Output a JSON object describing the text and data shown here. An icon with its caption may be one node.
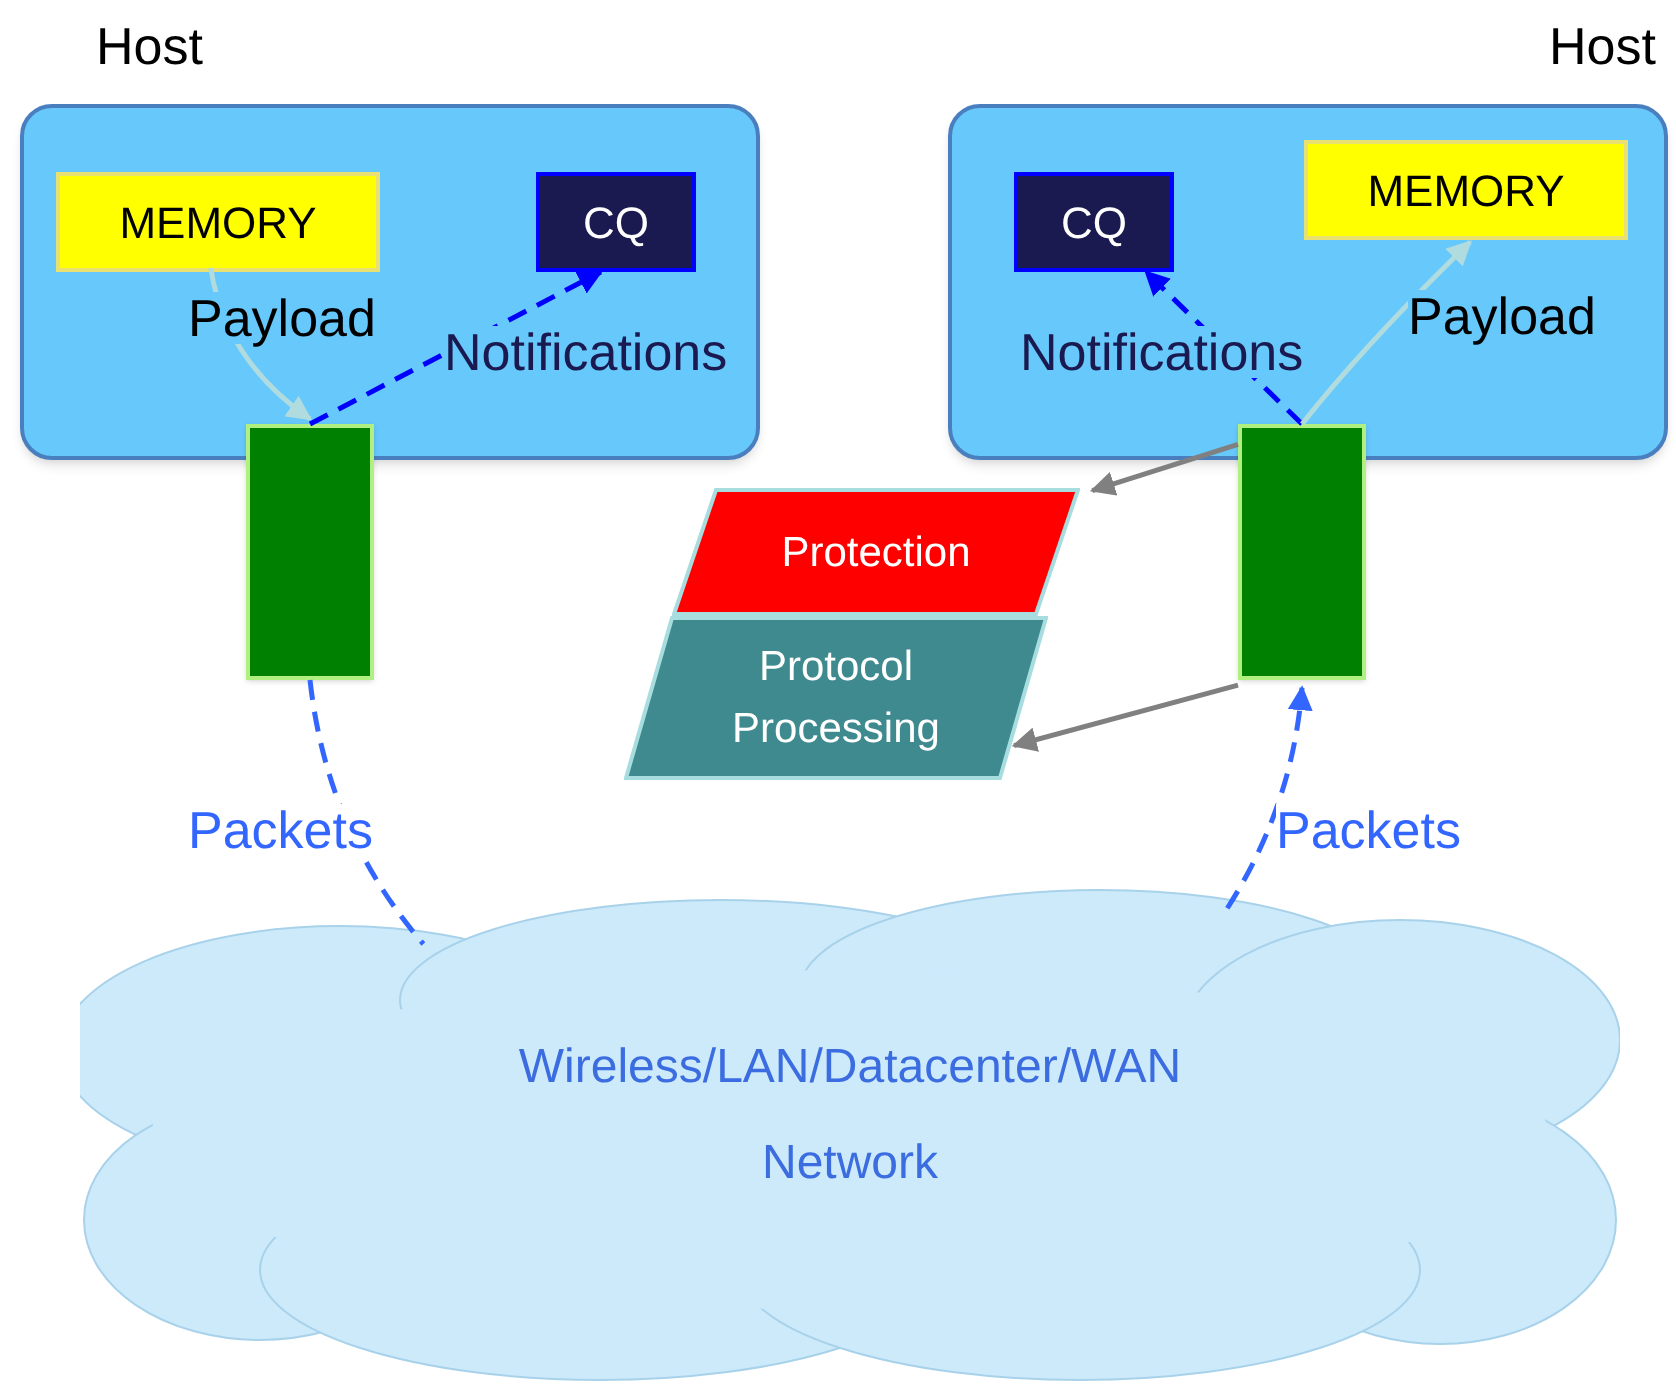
{
  "diagram": {
    "nodes": [
      {
        "text": [
          "Host"
        ]
      },
      {
        "text": [
          "MEMORY"
        ],
        "in": 0
      },
      {
        "text": [
          "CQ"
        ],
        "in": 0
      },
      {
        "text": [],
        "shape": "bar"
      },
      {
        "text": [
          "Host"
        ]
      },
      {
        "text": [
          "CQ"
        ],
        "in": 4
      },
      {
        "text": [
          "MEMORY"
        ],
        "in": 4
      },
      {
        "text": [],
        "shape": "bar"
      },
      {
        "text": [
          "Protection"
        ]
      },
      {
        "text": [
          "Protocol Processing"
        ]
      },
      {
        "text": [
          "Wireless/LAN/Datacenter/WAN",
          "Network"
        ]
      }
    ],
    "edges": [
      {
        "from": 1,
        "to": 3,
        "arrow": "to",
        "label": "Payload",
        "color": "#b0dce0"
      },
      {
        "from": 3,
        "to": 2,
        "arrow": "to",
        "label": "Notifications",
        "style": "dashed",
        "color": "#0000ff"
      },
      {
        "from": 3,
        "to": 10,
        "arrow": "none",
        "label": "Packets",
        "style": "dashed",
        "color": "#3366ff"
      },
      {
        "from": 10,
        "to": 7,
        "arrow": "to",
        "label": "Packets",
        "style": "dashed",
        "color": "#3366ff"
      },
      {
        "from": 7,
        "to": 5,
        "arrow": "to",
        "label": "Notifications",
        "style": "dashed",
        "color": "#0000ff"
      },
      {
        "from": 7,
        "to": 6,
        "arrow": "to",
        "label": "Payload",
        "color": "#b0dce0"
      },
      {
        "from": 7,
        "to": 8,
        "arrow": "to",
        "color": "#808080"
      },
      {
        "from": 7,
        "to": 9,
        "arrow": "to",
        "color": "#808080"
      }
    ]
  }
}
